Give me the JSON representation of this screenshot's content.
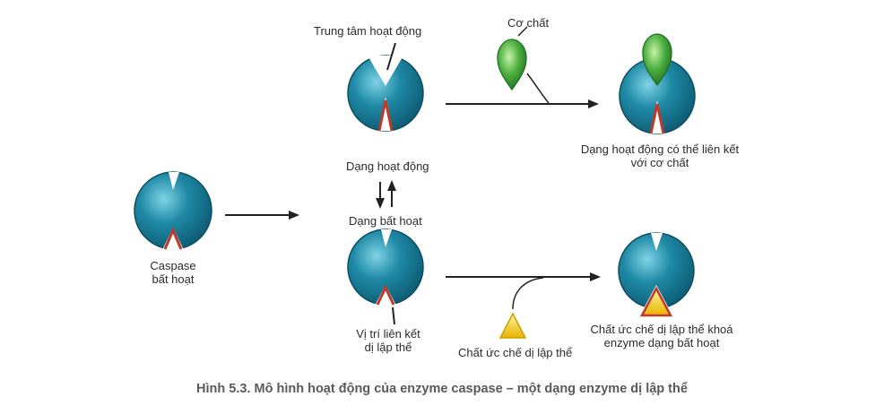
{
  "labels": {
    "caspase_inactive_line1": "Caspase",
    "caspase_inactive_line2": "bất hoạt",
    "active_site": "Trung tâm hoạt động",
    "substrate": "Cơ chất",
    "active_form": "Dạng hoạt động",
    "inactive_form": "Dạng bất hoạt",
    "bound_active_line1": "Dạng hoạt động có thể liên kết",
    "bound_active_line2": "với cơ chất",
    "allosteric_site_line1": "Vị trí liên kết",
    "allosteric_site_line2": "dị lập thể",
    "inhibitor": "Chất ức chế dị lập thể",
    "locked_line1": "Chất ức chế dị lập thể khoá",
    "locked_line2": "enzyme dạng bất hoạt"
  },
  "caption": "Hình 5.3. Mô hình hoạt động của enzyme caspase – một dạng enzyme dị lập thể",
  "colors": {
    "enzyme": "#1f8aa6",
    "enzyme_dark": "#0f5f78",
    "site": "#c0392b",
    "substrate": "#3f9a3a",
    "inhibitor": "#f2c417",
    "arrow": "#222222"
  }
}
